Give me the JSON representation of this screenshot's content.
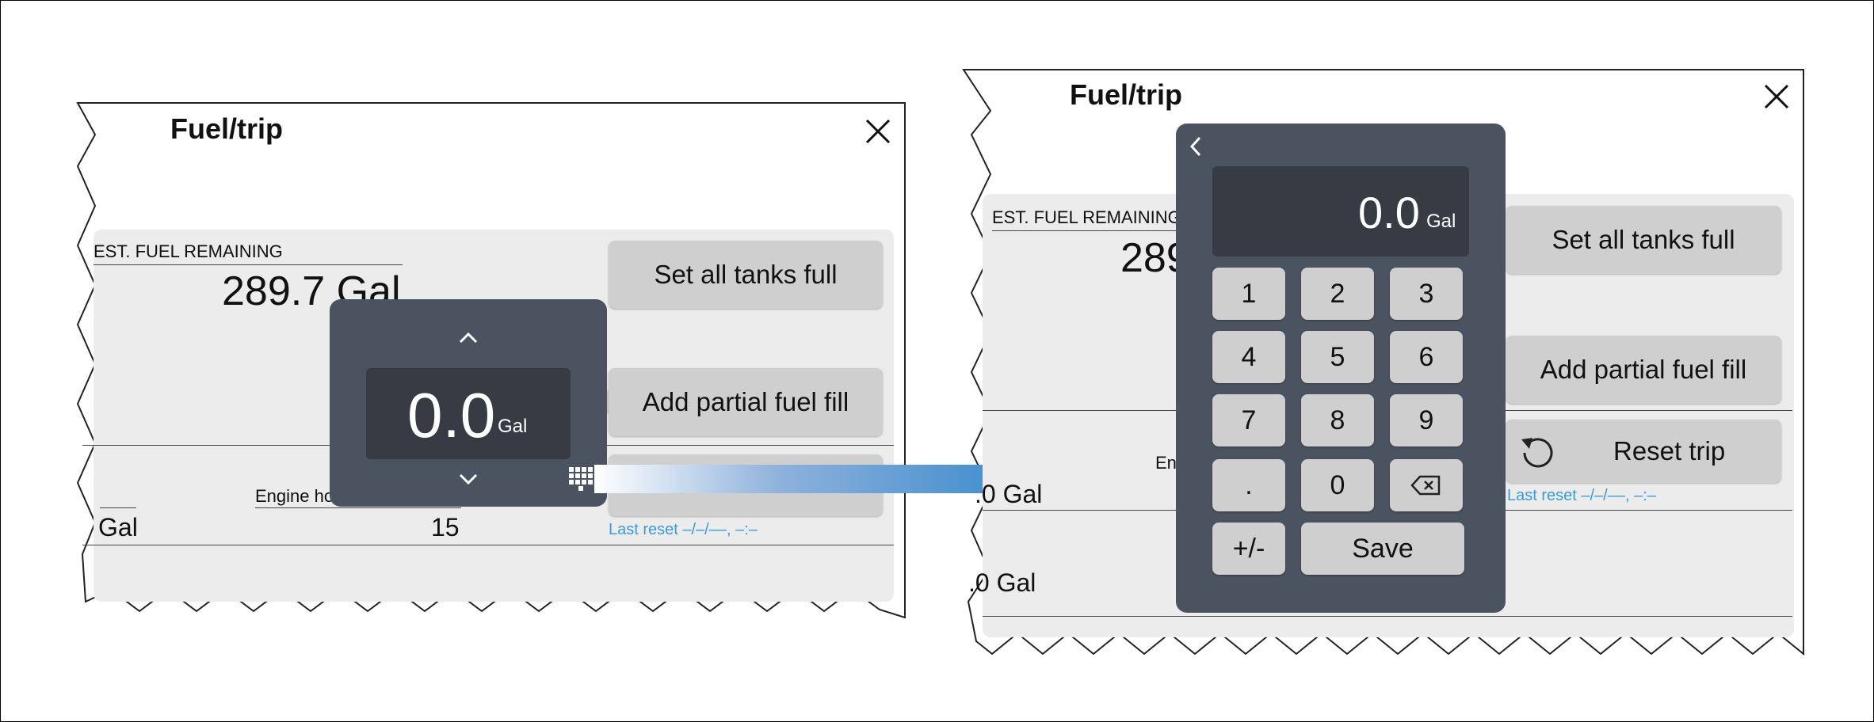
{
  "left": {
    "title": "Fuel/trip",
    "est_fuel_label": "EST. FUEL REMAINING",
    "est_fuel_value": "289.7 Gal",
    "set_all_full": "Set all tanks full",
    "add_partial": "Add partial fuel fill",
    "engine_hours_label": "Engine ho",
    "engine_hours_value": "15",
    "gal_label": "Gal",
    "last_reset": "Last reset –/–/––, –:–",
    "popup": {
      "up": "^",
      "value": "0.0",
      "unit": "Gal",
      "down": "v"
    }
  },
  "right": {
    "title": "Fuel/trip",
    "est_fuel_label": "EST. FUEL REMAINING",
    "est_fuel_value": "289",
    "set_all_full": "Set all tanks full",
    "add_partial": "Add partial fuel fill",
    "reset_trip": "Reset trip",
    "last_reset": "Last reset –/–/––, –:–",
    "engine_partial": "En",
    "row1_value": ".0 Gal",
    "row2_value": ".0 Gal",
    "keypad": {
      "back": "<",
      "display_value": "0.0",
      "display_unit": "Gal",
      "keys": [
        "1",
        "2",
        "3",
        "4",
        "5",
        "6",
        "7",
        "8",
        "9",
        ".",
        "0"
      ],
      "plus_minus": "+/-",
      "save": "Save"
    }
  },
  "colors": {
    "panel_dark": "#4c5360",
    "display_dark": "#363b44",
    "button_gray": "#cfcfcf",
    "arrow_blue": "#1b7cc8",
    "link_blue": "#3a9bd8"
  }
}
